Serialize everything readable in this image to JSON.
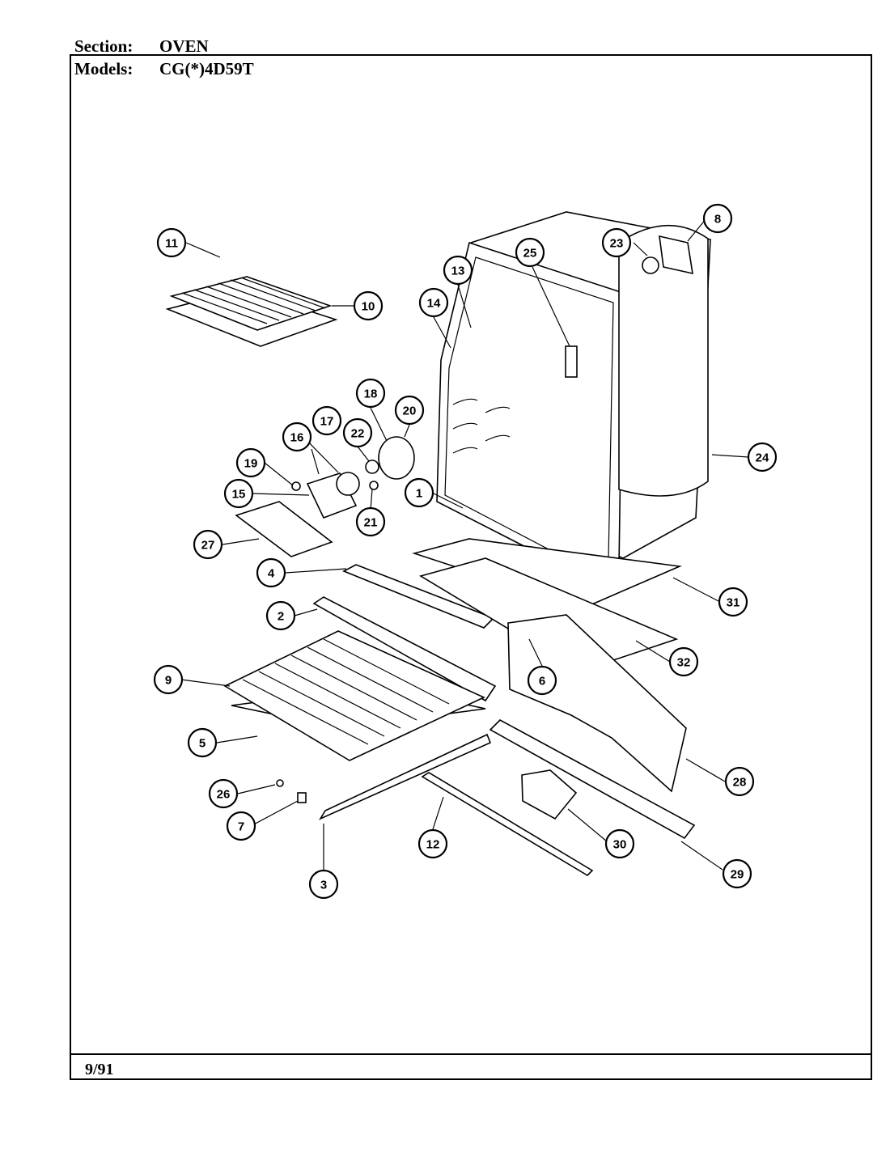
{
  "header": {
    "section_label": "Section:",
    "section_value": "OVEN",
    "models_label": "Models:",
    "models_value": "CG(*)4D59T"
  },
  "footer": {
    "date": "9/91"
  },
  "callouts": [
    "1",
    "2",
    "3",
    "4",
    "5",
    "6",
    "7",
    "8",
    "9",
    "10",
    "11",
    "12",
    "13",
    "14",
    "15",
    "16",
    "17",
    "18",
    "19",
    "20",
    "21",
    "22",
    "23",
    "24",
    "25",
    "26",
    "27",
    "28",
    "29",
    "30",
    "31",
    "32"
  ]
}
